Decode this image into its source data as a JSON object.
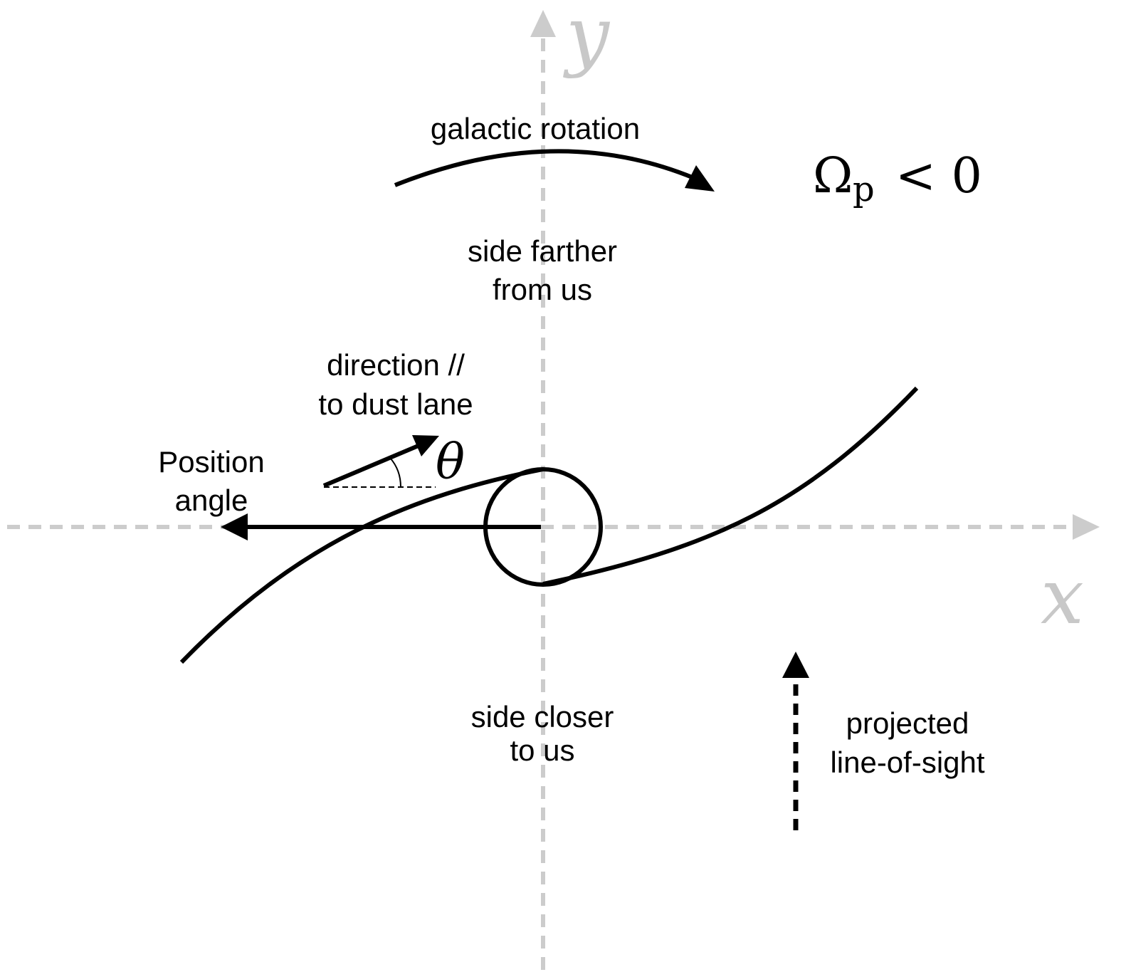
{
  "axes": {
    "x_label": "x",
    "y_label": "y"
  },
  "labels": {
    "galactic_rotation": "galactic rotation",
    "omega_symbol": "Ω",
    "omega_subscript": "p",
    "omega_relation": "< 0",
    "side_farther_line1": "side farther",
    "side_farther_line2": "from us",
    "direction_line1": "direction //",
    "direction_line2": "to dust lane",
    "theta": "θ",
    "position_angle_line1": "Position",
    "position_angle_line2": "angle",
    "side_closer_line1": "side closer",
    "side_closer_line2": "to us",
    "projected_line1": "projected",
    "projected_line2": "line-of-sight"
  },
  "colors": {
    "ink": "#000000",
    "axis": "#cccccc",
    "axis_letter": "#c8c8c8"
  }
}
